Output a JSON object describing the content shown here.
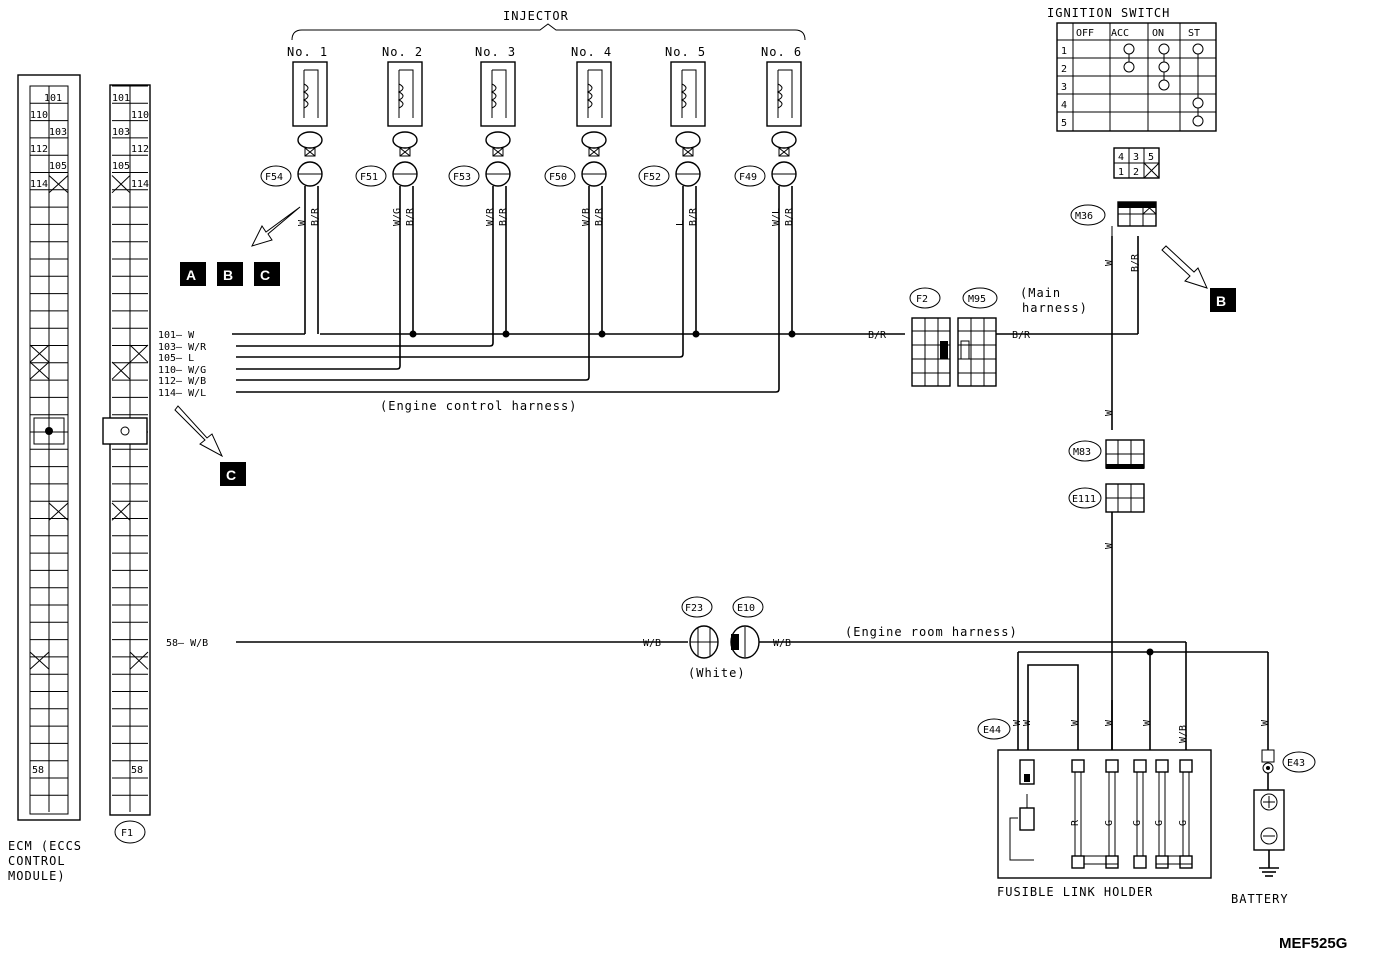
{
  "injector": {
    "title": "INJECTOR",
    "units": [
      {
        "name": "No. 1",
        "connector": "F54",
        "wires": [
          "W",
          "B/R"
        ],
        "pin": "101",
        "color": "W"
      },
      {
        "name": "No. 2",
        "connector": "F51",
        "wires": [
          "W/G",
          "B/R"
        ],
        "pin": "110",
        "color": "W/G"
      },
      {
        "name": "No. 3",
        "connector": "F53",
        "wires": [
          "W/R",
          "B/R"
        ],
        "pin": "103",
        "color": "W/R"
      },
      {
        "name": "No. 4",
        "connector": "F50",
        "wires": [
          "W/B",
          "B/R"
        ],
        "pin": "112",
        "color": "W/B"
      },
      {
        "name": "No. 5",
        "connector": "F52",
        "wires": [
          "L",
          "B/R"
        ],
        "pin": "105",
        "color": "L"
      },
      {
        "name": "No. 6",
        "connector": "F49",
        "wires": [
          "W/L",
          "B/R"
        ],
        "pin": "114",
        "color": "W/L"
      }
    ]
  },
  "ecm": {
    "label_lines": [
      "ECM (ECCS",
      "CONTROL",
      "MODULE)"
    ],
    "pins_top": [
      "101",
      "110",
      "103",
      "112",
      "105",
      "114"
    ],
    "pin_58": "58",
    "connector": "F1",
    "pin_rows": [
      {
        "pin": "101",
        "color": "W"
      },
      {
        "pin": "103",
        "color": "W/R"
      },
      {
        "pin": "105",
        "color": "L"
      },
      {
        "pin": "110",
        "color": "W/G"
      },
      {
        "pin": "112",
        "color": "W/B"
      },
      {
        "pin": "114",
        "color": "W/L"
      }
    ],
    "row_58": {
      "pin": "58",
      "color": "W/B"
    }
  },
  "refs": {
    "a": "A",
    "b": "B",
    "c": "C"
  },
  "harness": {
    "engine_control": "(Engine control harness)",
    "main_1": "(Main",
    "main_2": "harness)",
    "engine_room": "(Engine room harness)",
    "white": "(White)"
  },
  "connectors": {
    "f2": "F2",
    "m95": "M95",
    "m36": "M36",
    "m83": "M83",
    "e111": "E111",
    "f23": "F23",
    "e10": "E10",
    "e44": "E44",
    "e43": "E43"
  },
  "wire_labels": {
    "br": "B/R",
    "w": "W",
    "wb": "W/B",
    "r": "R",
    "g": "G"
  },
  "ignition": {
    "title": "IGNITION SWITCH",
    "columns": [
      "OFF",
      "ACC",
      "ON",
      "ST"
    ],
    "rows": [
      "1",
      "2",
      "3",
      "4",
      "5"
    ],
    "connector_pins_top": [
      "4",
      "3",
      "5"
    ],
    "connector_pins_bottom": [
      "1",
      "2"
    ]
  },
  "fusible_link_holder": "FUSIBLE LINK HOLDER",
  "battery": "BATTERY",
  "figure_id": "MEF525G"
}
